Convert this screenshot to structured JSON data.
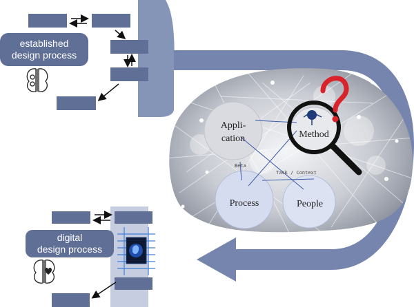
{
  "established": {
    "line1": "established",
    "line2": "design process"
  },
  "digital": {
    "line1": "digital",
    "line2": "design process"
  },
  "circles": {
    "application_line1": "Appli-",
    "application_line2": "cation",
    "method": "Method",
    "process": "Process",
    "people": "People"
  },
  "connector_labels": {
    "beta": "Beta",
    "task": "Task / Context"
  },
  "colors": {
    "box_fill": "#5f6f96",
    "band": "#8595b8",
    "band_dark": "#6e7ea6",
    "question_mark": "#d8232a"
  },
  "icons": {
    "brain_gears": "brain-gears-icon",
    "brain_heart": "brain-heart-icon",
    "chip": "circuit-chip-icon",
    "magnifier": "magnifying-glass-icon",
    "question": "question-mark-icon"
  }
}
